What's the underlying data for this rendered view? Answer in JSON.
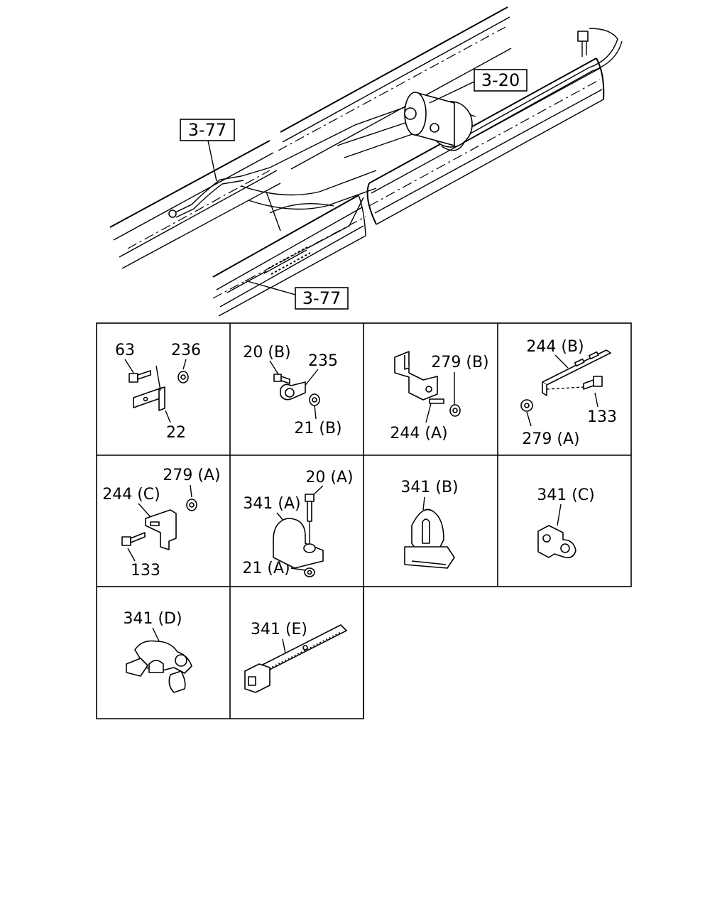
{
  "overview": {
    "refs": {
      "top_left": "3-77",
      "top_right": "3-20",
      "bottom": "3-77"
    }
  },
  "cells": {
    "c1": {
      "labels": [
        "63",
        "236",
        "22"
      ]
    },
    "c2": {
      "labels": [
        "20 (B)",
        "235",
        "21 (B)"
      ]
    },
    "c3": {
      "labels": [
        "279 (B)",
        "244 (A)"
      ]
    },
    "c4": {
      "labels": [
        "244 (B)",
        "133",
        "279 (A)"
      ]
    },
    "c5": {
      "labels": [
        "279 (A)",
        "244 (C)",
        "133"
      ]
    },
    "c6": {
      "labels": [
        "20 (A)",
        "341 (A)",
        "21 (A)"
      ]
    },
    "c7": {
      "labels": [
        "341 (B)"
      ]
    },
    "c8": {
      "labels": [
        "341 (C)"
      ]
    },
    "c9": {
      "labels": [
        "341 (D)"
      ]
    },
    "c10": {
      "labels": [
        "341 (E)"
      ]
    }
  }
}
